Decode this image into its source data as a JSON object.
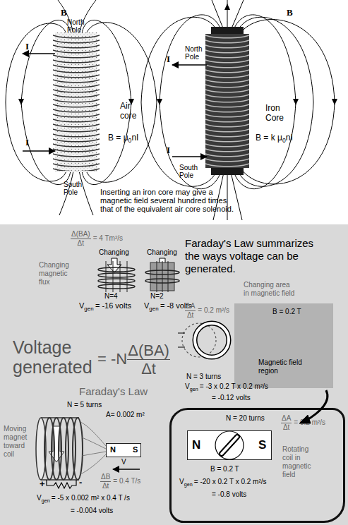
{
  "diagram": {
    "nodes": [
      {
        "text": [
          "B = 0.2 T",
          "Magnetic field region"
        ]
      },
      {
        "text": [
          "N = 20 turns",
          "ΔA",
          "Δt",
          "= 0.2 m²/s",
          "Rotating coil in magnetic field",
          "B = 0.2 T",
          "V",
          "gen",
          "= -20 x 0.2 T x 0.2 m²/s",
          "= -0.8 volts"
        ]
      },
      {
        "text": [
          "N",
          "S"
        ],
        "in": 1
      },
      {
        "text": [
          "N",
          "S"
        ]
      }
    ],
    "labels": [
      "B",
      "North Pole",
      "I",
      "Air core",
      "B = μ",
      "0",
      "nI",
      "I",
      "South Pole",
      "Inserting an iron core may give a magnetic field several hundred times that of the equivalent air core solenoid.",
      "B",
      "North Pole",
      "I",
      "Iron Core",
      "B = k μ",
      "0",
      "nI",
      "I",
      "South Pole",
      "Δ(BA)",
      "Δt",
      "= 4 Tm²/s",
      "Faraday's Law summarizes the ways voltage can be generated.",
      "Changing",
      "Changing",
      "Changing magnetic flux",
      "N=4",
      "N=2",
      "V",
      "gen",
      "= -16 volts",
      "V",
      "gen",
      "= -8 volts",
      "Changing area in magnetic field",
      "ΔA",
      "Δt",
      "= 0.2 m²/s",
      "N = 3 turns",
      "V",
      "gen",
      "= -3 x 0.2 T x 0.2 m²/s",
      "= -0.12 volts",
      "Voltage generated",
      "= -N",
      "Δ(BA)",
      "Δt",
      "Faraday's Law",
      "N = 5 turns",
      "A= 0.002 m²",
      "Moving magnet toward coil",
      "V",
      "ΔB",
      "Δt",
      "= 0.4 T/s",
      "+",
      "-",
      "V",
      "gen",
      "= -5 x 0.002 m² x 0.4 T /s",
      "= -0.004 volts"
    ]
  }
}
